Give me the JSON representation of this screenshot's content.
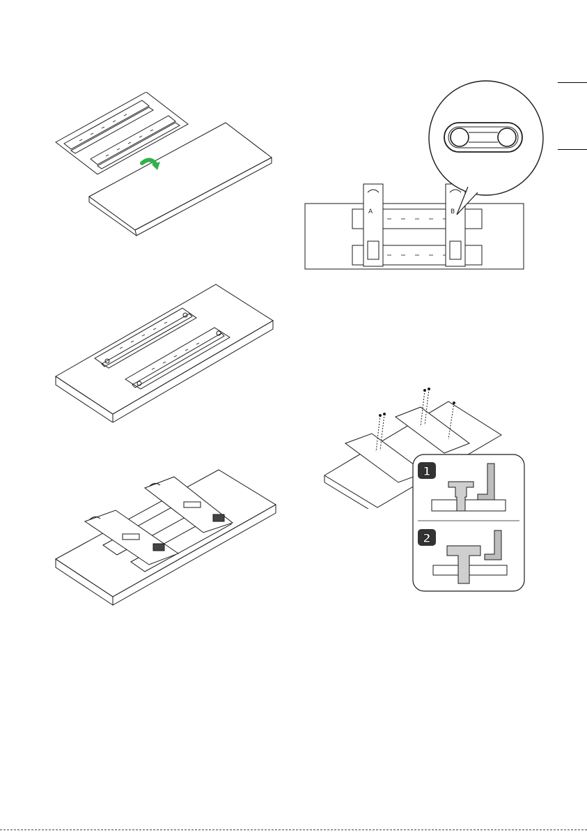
{
  "page": {
    "background": "#ffffff",
    "line_color": "#1a1a1a"
  },
  "colors": {
    "arrow": "#2fb24a",
    "badge": "#333333",
    "key_fill": "#bdbdbd",
    "screw_fill": "#cfcfcf"
  },
  "figures": {
    "flip": {
      "icon": "green-curved-arrow-icon"
    },
    "place_brackets": {
      "icon": "bracket-pair-icon"
    },
    "attach_arms": {
      "icon": "wall-arms-icon"
    },
    "slot_detail": {
      "icon": "magnified-slot-icon",
      "labels": [
        "A",
        "B"
      ]
    },
    "screw_tighten": {
      "icon": "screws-icon"
    },
    "hex_key_steps": {
      "steps": [
        "1",
        "2"
      ]
    }
  }
}
